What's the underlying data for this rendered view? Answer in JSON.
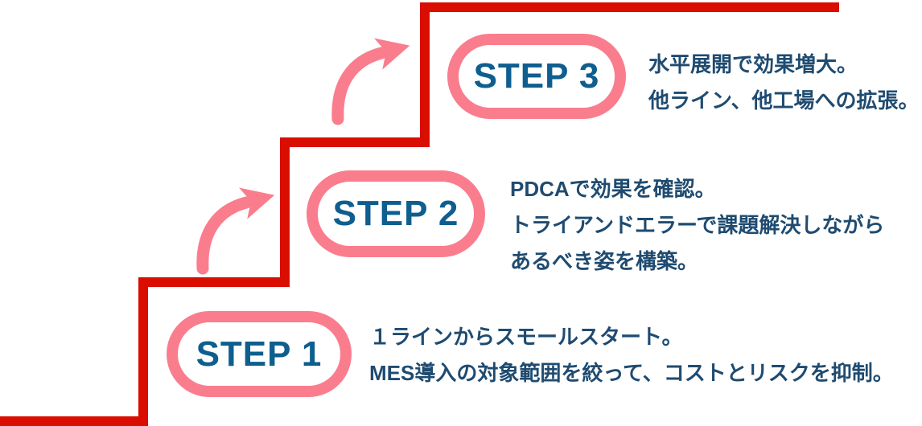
{
  "diagram": {
    "type": "staircase-steps-infographic",
    "step_count": 3
  },
  "colors": {
    "red": "#D90D00",
    "pink": "#FA7D8E",
    "step_blue": "#0E5E8F",
    "text_blue": "#1F4B70",
    "background": "#FFFFFF"
  },
  "icons": {
    "arrow": "curved-up-right-arrow",
    "staircase": "red-staircase-outline"
  },
  "steps": [
    {
      "label": "STEP 1",
      "description_lines": [
        "１ラインからスモールスタート。",
        "MES導入の対象範囲を絞って、コストとリスクを抑制。"
      ]
    },
    {
      "label": "STEP 2",
      "description_lines": [
        "PDCAで効果を確認。",
        "トライアンドエラーで課題解決しながら",
        "あるべき姿を構築。"
      ]
    },
    {
      "label": "STEP 3",
      "description_lines": [
        "水平展開で効果増大。",
        "他ライン、他工場への拡張。"
      ]
    }
  ]
}
